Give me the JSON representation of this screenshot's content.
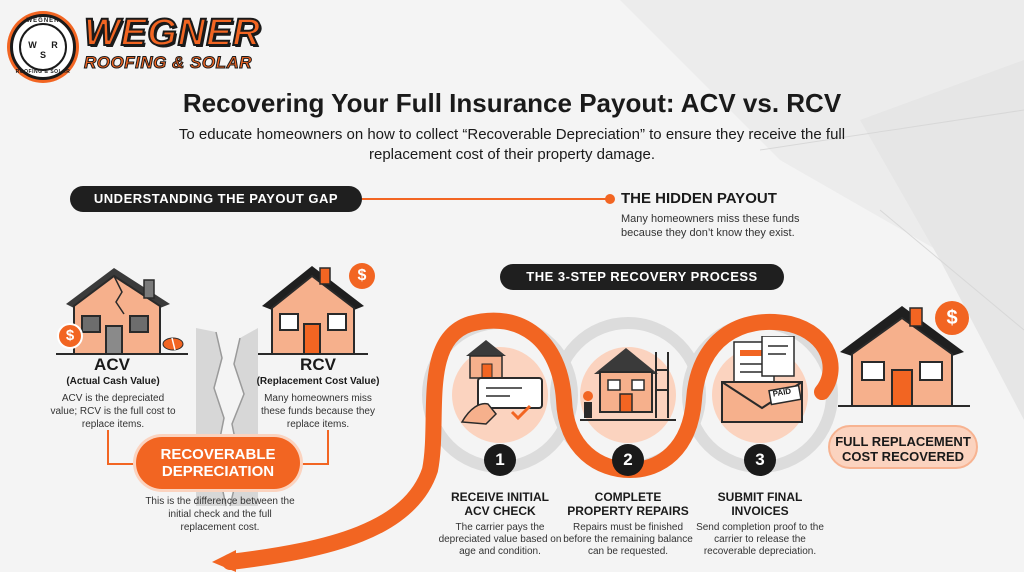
{
  "brand": {
    "monogram": "W R S",
    "arc_top": "WEGNER",
    "arc_bottom": "ROOFING & SOLAR",
    "name_line1": "WEGNER",
    "name_line2": "ROOFING & SOLAR",
    "icon": "logo-seal"
  },
  "title": "Recovering Your Full Insurance Payout: ACV vs. RCV",
  "subtitle": "To educate homeowners on how to collect “Recoverable Depreciation” to ensure they receive the full replacement cost of their property damage.",
  "payout_gap": {
    "label": "UNDERSTANDING THE PAYOUT GAP"
  },
  "hidden_payout": {
    "title": "THE HIDDEN PAYOUT",
    "text": "Many homeowners miss these funds because they don’t know they exist."
  },
  "acv": {
    "heading": "ACV",
    "subheading": "(Actual Cash Value)",
    "description": "ACV is the depreciated value; RCV is the full cost to replace items."
  },
  "rcv": {
    "heading": "RCV",
    "subheading": "(Replacement Cost Value)",
    "description": "Many homeowners miss these funds because they replace items."
  },
  "recoverable": {
    "line1": "RECOVERABLE",
    "line2": "DEPRECIATION",
    "description": "This is the difference between the initial check and the full replacement cost."
  },
  "process": {
    "label": "THE 3-STEP RECOVERY PROCESS",
    "steps": [
      {
        "number": "1",
        "title_line1": "RECEIVE INITIAL",
        "title_line2": "ACV CHECK",
        "description": "The carrier pays the depreciated value based on age and condition."
      },
      {
        "number": "2",
        "title_line1": "COMPLETE",
        "title_line2": "PROPERTY REPAIRS",
        "description": "Repairs must be finished before the remaining balance can be requested."
      },
      {
        "number": "3",
        "title_line1": "SUBMIT FINAL",
        "title_line2": "INVOICES",
        "description": "Send completion proof to the carrier to release the recoverable depreciation."
      }
    ]
  },
  "result": {
    "line1": "FULL REPLACEMENT",
    "line2": "COST RECOVERED"
  },
  "stamp": {
    "paid": "PAID"
  },
  "currency_symbol": "$",
  "colors": {
    "accent": "#f26522",
    "accent_light": "#fbd3bf",
    "dark": "#1f1f1f"
  }
}
